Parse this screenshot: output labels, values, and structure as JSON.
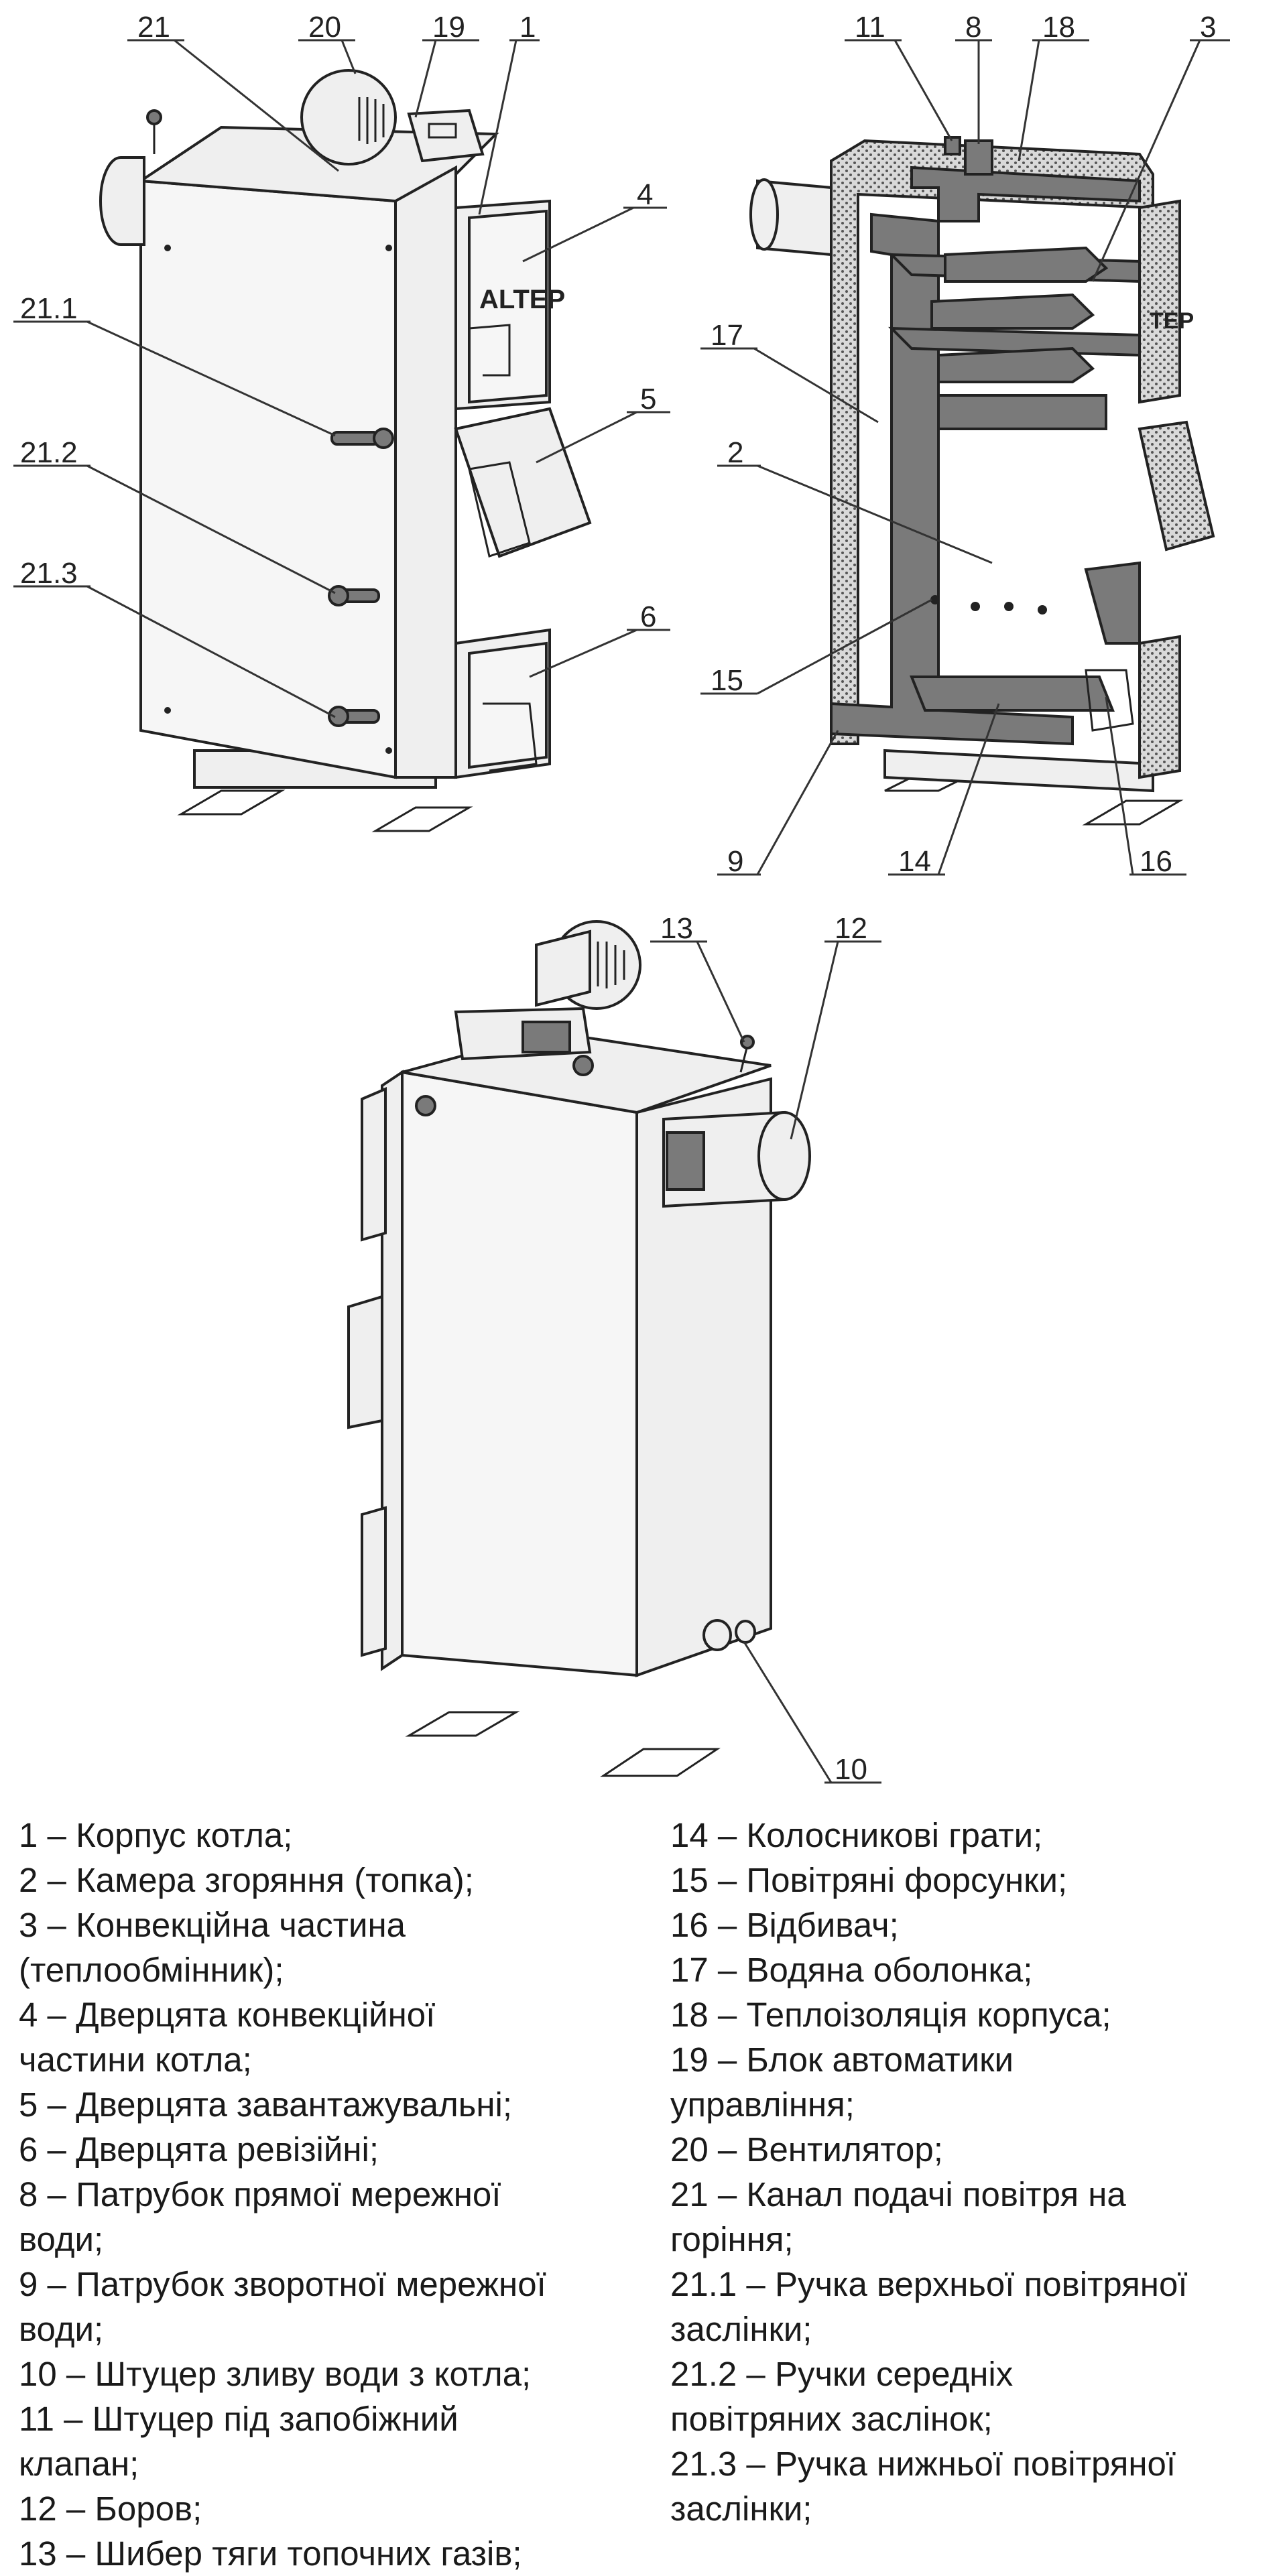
{
  "callouts": {
    "c1": "1",
    "c2": "2",
    "c3": "3",
    "c4": "4",
    "c5": "5",
    "c6": "6",
    "c8": "8",
    "c9": "9",
    "c10": "10",
    "c11": "11",
    "c12": "12",
    "c13": "13",
    "c14": "14",
    "c15": "15",
    "c16": "16",
    "c17": "17",
    "c18": "18",
    "c19": "19",
    "c20": "20",
    "c21": "21",
    "c21_1": "21.1",
    "c21_2": "21.2",
    "c21_3": "21.3"
  },
  "brand_label": "ALTEP",
  "brand_label_cut": "TEP",
  "legend": {
    "left": [
      "1 – Корпус котла;",
      "2 – Камера згоряння (топка);",
      "3 – Конвекційна частина",
      "(теплообмінник);",
      "4 – Дверцята конвекційної",
      "частини котла;",
      "5 – Дверцята завантажувальні;",
      "6 – Дверцята ревізійні;",
      "8 – Патрубок прямої мережної",
      "води;",
      "9 – Патрубок зворотної мережної",
      "води;",
      "10 – Штуцер зливу води з котла;",
      "11 – Штуцер під запобіжний",
      "клапан;",
      "12 – Боров;",
      "13 – Шибер тяги топочних газів;"
    ],
    "right": [
      "14 – Колосникові грати;",
      "15 – Повітряні форсунки;",
      "16 – Відбивач;",
      "17 – Водяна оболонка;",
      "18 – Теплоізоляція корпуса;",
      "19 – Блок автоматики",
      "управління;",
      "20 – Вентилятор;",
      "21 – Канал подачі повітря на",
      "горіння;",
      "21.1 – Ручка верхньої повітряної",
      "заслінки;",
      "21.2 – Ручки середніх",
      "повітряних заслінок;",
      "21.3 – Ручка нижньої повітряної",
      "заслінки;"
    ]
  }
}
